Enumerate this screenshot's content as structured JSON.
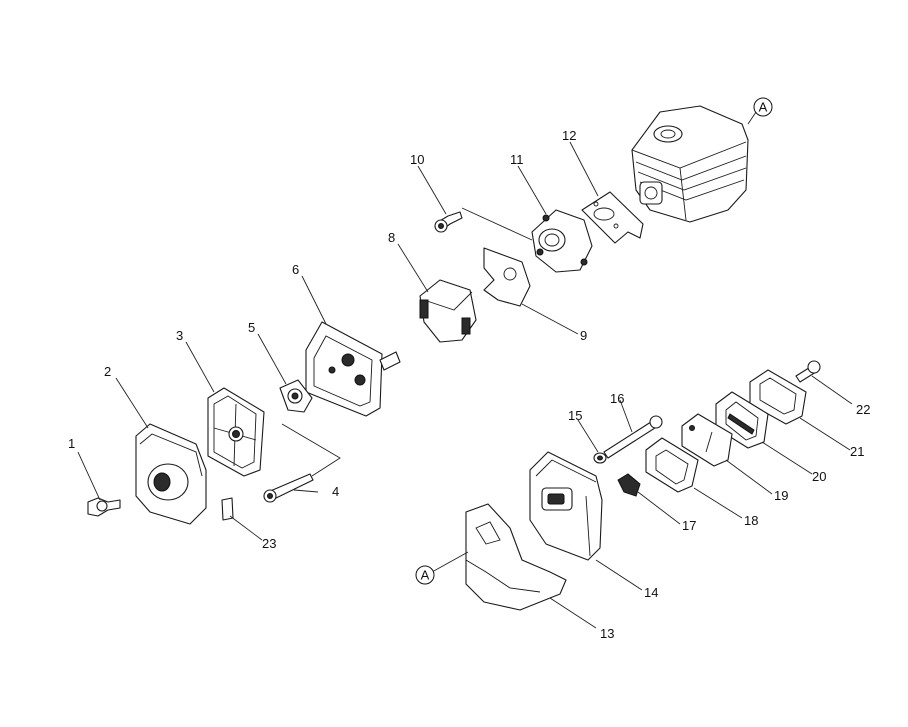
{
  "labels": {
    "l1": "1",
    "l2": "2",
    "l3": "3",
    "l4": "4",
    "l5": "5",
    "l6": "6",
    "l7": "8",
    "l8": "9",
    "l9": "10",
    "l10": "11",
    "l11": "12",
    "l12": "13",
    "l13": "14",
    "l14": "15",
    "l15": "16",
    "l16": "17",
    "l17": "18",
    "l18": "19",
    "l19": "20",
    "l20": "21",
    "l21": "22",
    "l22": "23"
  },
  "refs": {
    "a_top": "A",
    "a_bottom": "A"
  }
}
